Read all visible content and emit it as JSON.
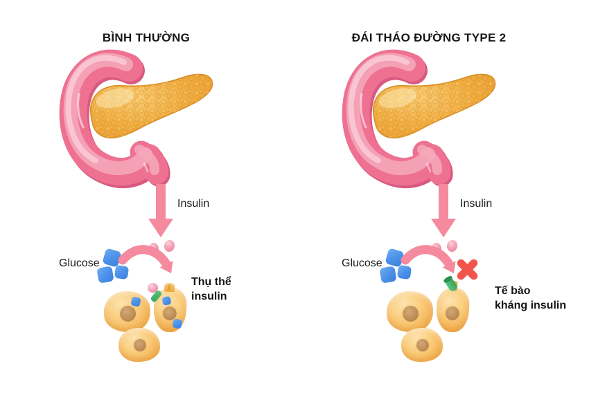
{
  "panels": [
    {
      "title": "BÌNH THƯỜNG",
      "insulin_arrow_label": "Insulin",
      "glucose_label": "Glucose",
      "annotation_line1": "Thụ thể",
      "annotation_line2": "insulin",
      "state": "normal",
      "insulin_dots_count": 2,
      "free_glucose_cubes": 3,
      "glucose_cubes_inside_cells": 3,
      "cells_count": 3,
      "receptor_state": "insulin-bound",
      "glucose_entry_blocked": false
    },
    {
      "title": "ĐÁI THÁO ĐƯỜNG TYPE 2",
      "insulin_arrow_label": "Insulin",
      "glucose_label": "Glucose",
      "annotation_line1": "Tế bào",
      "annotation_line2": "kháng insulin",
      "state": "insulin-resistant",
      "insulin_dots_count": 2,
      "free_glucose_cubes": 3,
      "glucose_cubes_inside_cells": 0,
      "cells_count": 3,
      "receptor_state": "detached",
      "glucose_entry_blocked": true
    }
  ],
  "icons": {
    "pancreas": "pancreas-with-duodenum-illustration",
    "insulin_arrow": "pink-down-arrow",
    "glucose": "blue-cube",
    "insulin_molecule": "pink-oval-dot",
    "cell": "yellow-cell-with-nucleus",
    "receptor": "green-receptor-plug",
    "block": "red-x-mark"
  },
  "colors": {
    "background": "#ffffff",
    "duodenum_pink": "#ee7191",
    "duodenum_shadow": "#d85a80",
    "duodenum_highlight": "#f6a9bb",
    "pancreas_orange": "#f0ab3f",
    "arrow_pink": "#f5899e",
    "glucose_blue": "#4a90e8",
    "cell_yellow": "#f4b458",
    "nucleus_brown": "#bd8c55",
    "receptor_green": "#35a35b",
    "block_red": "#f2544b",
    "text_black": "#161616"
  }
}
